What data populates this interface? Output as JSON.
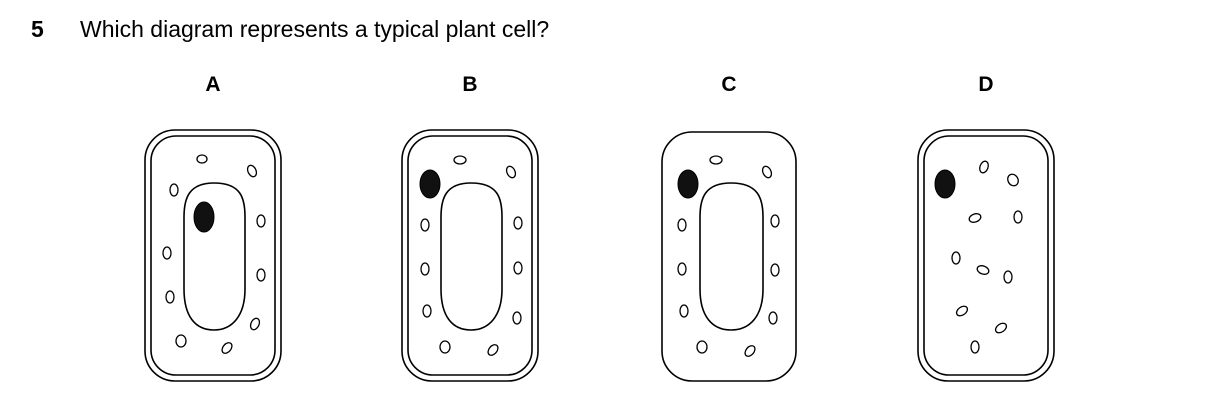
{
  "question": {
    "number": "5",
    "text": "Which diagram represents a typical plant cell?"
  },
  "options": [
    {
      "label": "A",
      "cell_wall": true,
      "vacuole": true,
      "nucleus_position": "inside vacuole"
    },
    {
      "label": "B",
      "cell_wall": true,
      "vacuole": true,
      "nucleus_position": "cytoplasm"
    },
    {
      "label": "C",
      "cell_wall": false,
      "vacuole": true,
      "nucleus_position": "cytoplasm"
    },
    {
      "label": "D",
      "cell_wall": true,
      "vacuole": false,
      "nucleus_position": "cytoplasm"
    }
  ]
}
